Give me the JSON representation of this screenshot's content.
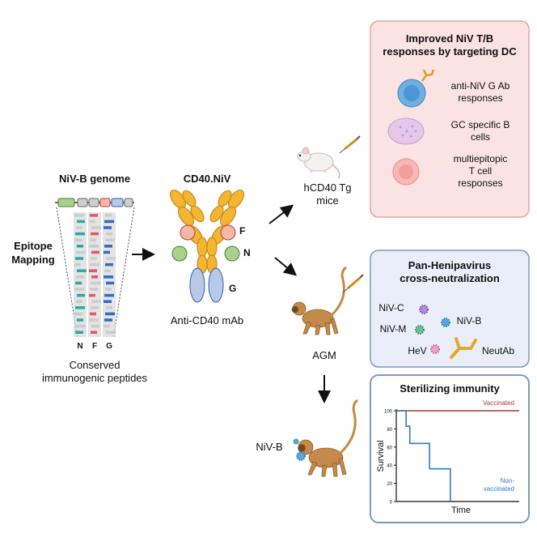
{
  "genome": {
    "title": "NiV-B genome",
    "side_label_line1": "Epitope",
    "side_label_line2": "Mapping",
    "lane_labels": [
      "N",
      "F",
      "G"
    ],
    "caption_line1": "Conserved",
    "caption_line2": "immunogenic peptides"
  },
  "construct": {
    "title": "CD40.NiV",
    "label_f": "F",
    "label_n": "N",
    "label_g": "G",
    "caption": "Anti-CD40 mAb"
  },
  "mouse": {
    "label_line1": "hCD40 Tg",
    "label_line2": "mice"
  },
  "agm": {
    "label": "AGM",
    "challenge_label": "NiV-B"
  },
  "box_responses": {
    "title_line1": "Improved NiV T/B",
    "title_line2": "responses by targeting DC",
    "items": [
      {
        "line1": "anti-NiV G Ab",
        "line2": "responses",
        "line3": ""
      },
      {
        "line1": "GC specific B",
        "line2": "cells",
        "line3": ""
      },
      {
        "line1": "multiepitopic",
        "line2": "T cell",
        "line3": "responses"
      }
    ]
  },
  "box_cross": {
    "title_line1": "Pan-Henipavirus",
    "title_line2": "cross-neutralization",
    "viruses": [
      "NiV-C",
      "NiV-M",
      "NiV-B",
      "HeV"
    ],
    "antibody_label": "NeutAb"
  },
  "box_immunity": {
    "title": "Sterilizing immunity"
  },
  "colors": {
    "antibody": "#f2b632",
    "antibody_stroke": "#c98a1b",
    "epitope_f": "#f4b6a6",
    "epitope_n": "#a9d18e",
    "epitope_g": "#b8c9e8",
    "pink_box_fill": "#fbe3e3",
    "pink_box_stroke": "#e8a3a3",
    "blue_box_fill": "#e9eef8",
    "blue_box_stroke": "#7d97c9",
    "vaccinated": "#a33a3a",
    "nonvaccinated": "#2f7cc0",
    "monkey": "#c48a4a"
  },
  "chart_data": {
    "type": "line",
    "title": "Sterilizing immunity",
    "xlabel": "Time",
    "ylabel": "Survival",
    "ylim": [
      0,
      100
    ],
    "yticks": [
      0,
      20,
      40,
      60,
      80,
      100
    ],
    "x_range": [
      0,
      10
    ],
    "series": [
      {
        "name": "Vaccinated",
        "color": "#a33a3a",
        "x": [
          0,
          10
        ],
        "y": [
          100,
          100
        ]
      },
      {
        "name": "Non-vaccinated",
        "color": "#2f7cc0",
        "x": [
          0,
          0.8,
          0.8,
          1.1,
          1.1,
          2.7,
          2.7,
          4.4,
          4.4
        ],
        "y": [
          100,
          100,
          83,
          83,
          64,
          64,
          36,
          36,
          0
        ]
      }
    ],
    "series_label_vaccinated": "Vaccinated",
    "series_label_nonvacc_line1": "Non-",
    "series_label_nonvacc_line2": "vaccinated"
  }
}
